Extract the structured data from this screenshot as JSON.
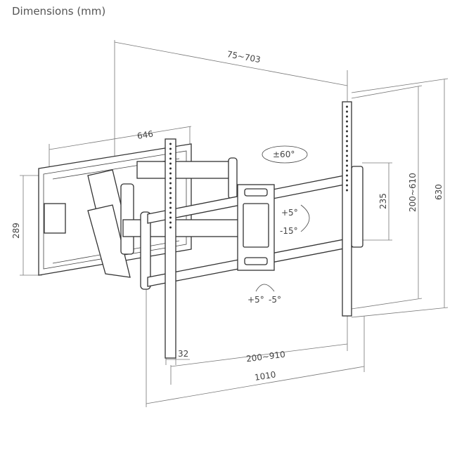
{
  "title": "Dimensions (mm)",
  "dimensions": {
    "wall_to_tv_depth": "75~703",
    "wall_plate_width": "646",
    "wall_plate_height": "289",
    "center_plate_height": "235",
    "vertical_hole_spacing": "200~610",
    "tv_rail_height": "630",
    "rail_width": "32",
    "horizontal_hole_spacing": "200~910",
    "overall_width": "1010"
  },
  "angles": {
    "swivel": "±60°",
    "tilt_up": "+5°",
    "tilt_down": "-15°",
    "level_plus": "+5°",
    "level_minus": "-5°"
  }
}
